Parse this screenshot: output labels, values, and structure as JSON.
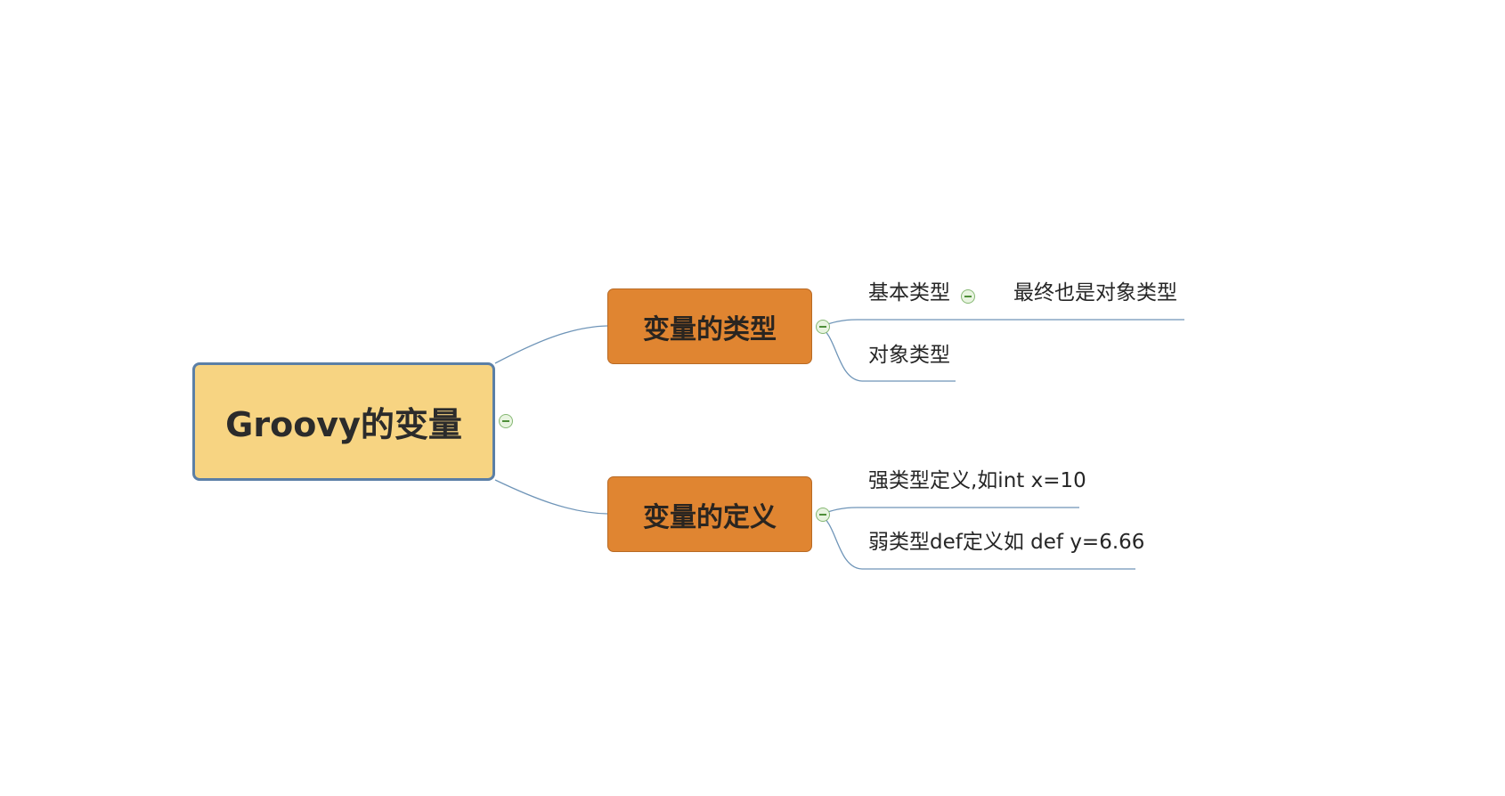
{
  "mindmap": {
    "root": {
      "label": "Groovy的变量"
    },
    "branches": [
      {
        "label": "变量的类型",
        "children": [
          {
            "label": "基本类型",
            "note": "最终也是对象类型"
          },
          {
            "label": "对象类型"
          }
        ]
      },
      {
        "label": "变量的定义",
        "children": [
          {
            "label": "强类型定义,如int x=10"
          },
          {
            "label": "弱类型def定义如 def y=6.66"
          }
        ]
      }
    ]
  },
  "colors": {
    "root_fill": "#f7d482",
    "root_border": "#5b7fa6",
    "branch_fill": "#e08531",
    "connector": "#6f95b8",
    "collapse_toggle": "#86b873"
  },
  "icons": {
    "collapse": "minus-circle-icon"
  }
}
